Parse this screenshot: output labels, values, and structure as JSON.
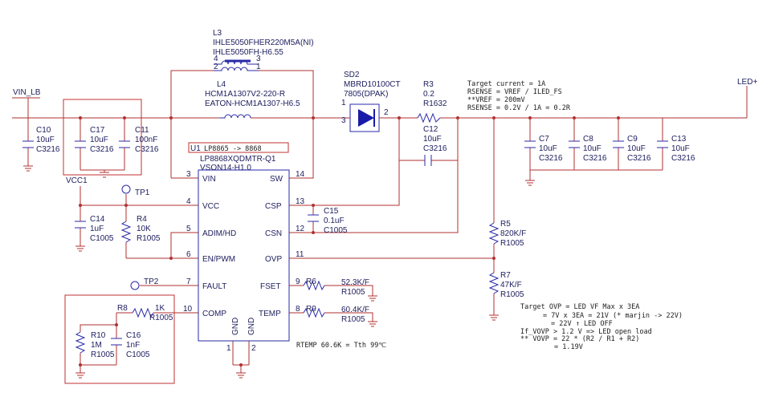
{
  "nets": {
    "vin": "VIN_LB",
    "vcc": "VCC1",
    "led": "LED+"
  },
  "testpoints": {
    "tp1": "TP1",
    "tp2": "TP2"
  },
  "l3": {
    "ref": "L3",
    "part": "IHLE5050FHER220M5A(NI)",
    "footprint": "IHLE5050FH-H6.55",
    "pins": [
      "4",
      "3",
      "2",
      "1"
    ]
  },
  "l4": {
    "ref": "L4",
    "part": "HCM1A1307V2-220-R",
    "footprint": "EATON-HCM1A1307-H6.5"
  },
  "sd2": {
    "ref": "SD2",
    "part": "MBRD10100CT",
    "pkg": "7805(DPAK)",
    "pins": [
      "1",
      "3",
      "2"
    ]
  },
  "r3": {
    "ref": "R3",
    "value": "0.2",
    "pkg": "R1632"
  },
  "c12": {
    "ref": "C12",
    "value": "10uF",
    "pkg": "C3216"
  },
  "caps_in": [
    {
      "ref": "C10",
      "value": "10uF",
      "pkg": "C3216"
    },
    {
      "ref": "C17",
      "value": "10uF",
      "pkg": "C3216"
    },
    {
      "ref": "C11",
      "value": "100nF",
      "pkg": "C3216"
    }
  ],
  "caps_out": [
    {
      "ref": "C7",
      "value": "10uF",
      "pkg": "C3216"
    },
    {
      "ref": "C8",
      "value": "10uF",
      "pkg": "C3216"
    },
    {
      "ref": "C9",
      "value": "10uF",
      "pkg": "C3216"
    },
    {
      "ref": "C13",
      "value": "10uF",
      "pkg": "C3216"
    }
  ],
  "u1": {
    "ref": "U1",
    "note": "LP8865 -> 8868",
    "part": "LP8868XQDMTR-Q1",
    "footprint": "VSON14-H1.0",
    "pins_left": [
      {
        "num": "3",
        "name": "VIN"
      },
      {
        "num": "4",
        "name": "VCC"
      },
      {
        "num": "5",
        "name": "ADIM/HD"
      },
      {
        "num": "6",
        "name": "EN/PWM"
      },
      {
        "num": "7",
        "name": "FAULT"
      },
      {
        "num": "10",
        "name": "COMP"
      }
    ],
    "pins_right": [
      {
        "num": "14",
        "name": "SW"
      },
      {
        "num": "13",
        "name": "CSP"
      },
      {
        "num": "12",
        "name": "CSN"
      },
      {
        "num": "11",
        "name": "OVP"
      },
      {
        "num": "9",
        "name": "FSET"
      },
      {
        "num": "8",
        "name": "TEMP"
      }
    ],
    "gnd_pins": [
      {
        "num": "1",
        "name": "GND"
      },
      {
        "num": "2",
        "name": "GND"
      }
    ]
  },
  "c14": {
    "ref": "C14",
    "value": "1uF",
    "pkg": "C1005"
  },
  "r4": {
    "ref": "R4",
    "value": "10K",
    "pkg": "R1005"
  },
  "c15": {
    "ref": "C15",
    "value": "0.1uF",
    "pkg": "C1005"
  },
  "r5": {
    "ref": "R5",
    "value": "820K/F",
    "pkg": "R1005"
  },
  "r7": {
    "ref": "R7",
    "value": "47K/F",
    "pkg": "R1005"
  },
  "r6": {
    "ref": "R6",
    "value": "52.3K/F",
    "pkg": "R1005"
  },
  "r9": {
    "ref": "R9",
    "value": "60.4K/F",
    "pkg": "R1005"
  },
  "r8": {
    "ref": "R8",
    "value": "1K",
    "pkg": "R1005"
  },
  "r10": {
    "ref": "R10",
    "value": "1M",
    "pkg": "R1005"
  },
  "c16": {
    "ref": "C16",
    "value": "1nF",
    "pkg": "C1005"
  },
  "notes": {
    "current": [
      "Target current = 1A",
      "RSENSE = VREF / ILED_FS",
      "**VREF = 200mV",
      "RSENSE = 0.2V / 1A = 0.2R"
    ],
    "ovp": [
      "Target OVP = LED VF Max x 3EA",
      "= 7V x 3EA = 21V (* marjin -> 22V)",
      "= 22V ↑ LED OFF",
      "If_VOVP > 1.2 V =>   LED open load",
      "** VOVP = 22 * (R2 / R1 + R2)",
      "= 1.19V"
    ],
    "rtemp": "RTEMP 60.6K = Tth 99℃"
  }
}
